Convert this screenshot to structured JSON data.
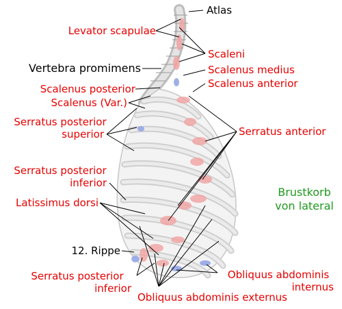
{
  "title": "Brustkorb von lateral",
  "title_lines": [
    "Brustkorb",
    "von lateral"
  ],
  "labels": {
    "atlas": "Atlas",
    "levator_scapulae": "Levator scapulae",
    "scaleni": "Scaleni",
    "vertebra_promimens": "Vertebra promimens",
    "scalenus_medius": "Scalenus medius",
    "scalenus_posterior": "Scalenus posterior",
    "scalenus_anterior": "Scalenus anterior",
    "scalenus_var": "Scalenus (Var.)",
    "serratus_posterior_superior_1": "Serratus posterior",
    "serratus_posterior_superior_2": "superior",
    "serratus_anterior": "Serratus anterior",
    "serratus_posterior_inferior_1": "Serratus posterior",
    "serratus_posterior_inferior_2": "inferior",
    "latissimus_dorsi": "Latissimus dorsi",
    "rippe_12": "12. Rippe",
    "serratus_posterior_inferior_b1": "Serratus posterior",
    "serratus_posterior_inferior_b2": "inferior",
    "obliquus_internus_1": "Obliquus abdominis",
    "obliquus_internus_2": "internus",
    "obliquus_externus": "Obliquus abdominis externus"
  },
  "colors": {
    "muscle_label": "#e60000",
    "bone_label": "#000000",
    "title": "#1f9a1f",
    "bone": "#d8d8d8",
    "muscle": "#f2a3a3",
    "muscle_blue": "#8fa3e6"
  }
}
